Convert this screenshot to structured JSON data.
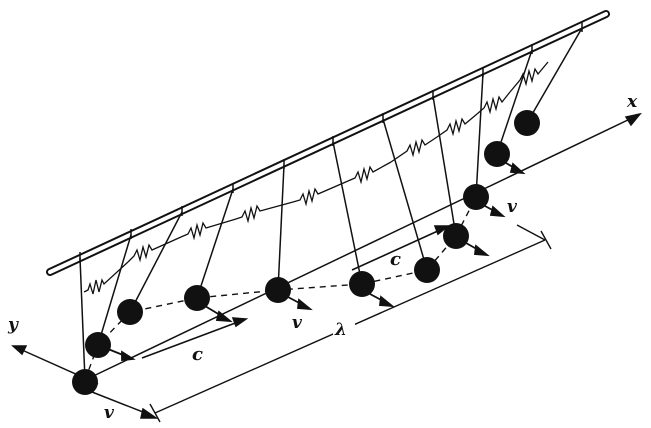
{
  "labels": {
    "x_axis": "x",
    "y_axis": "y",
    "velocity": "v",
    "wave_speed": "c",
    "wavelength": "λ"
  },
  "colors": {
    "ink": "#111111",
    "background": "#ffffff"
  }
}
